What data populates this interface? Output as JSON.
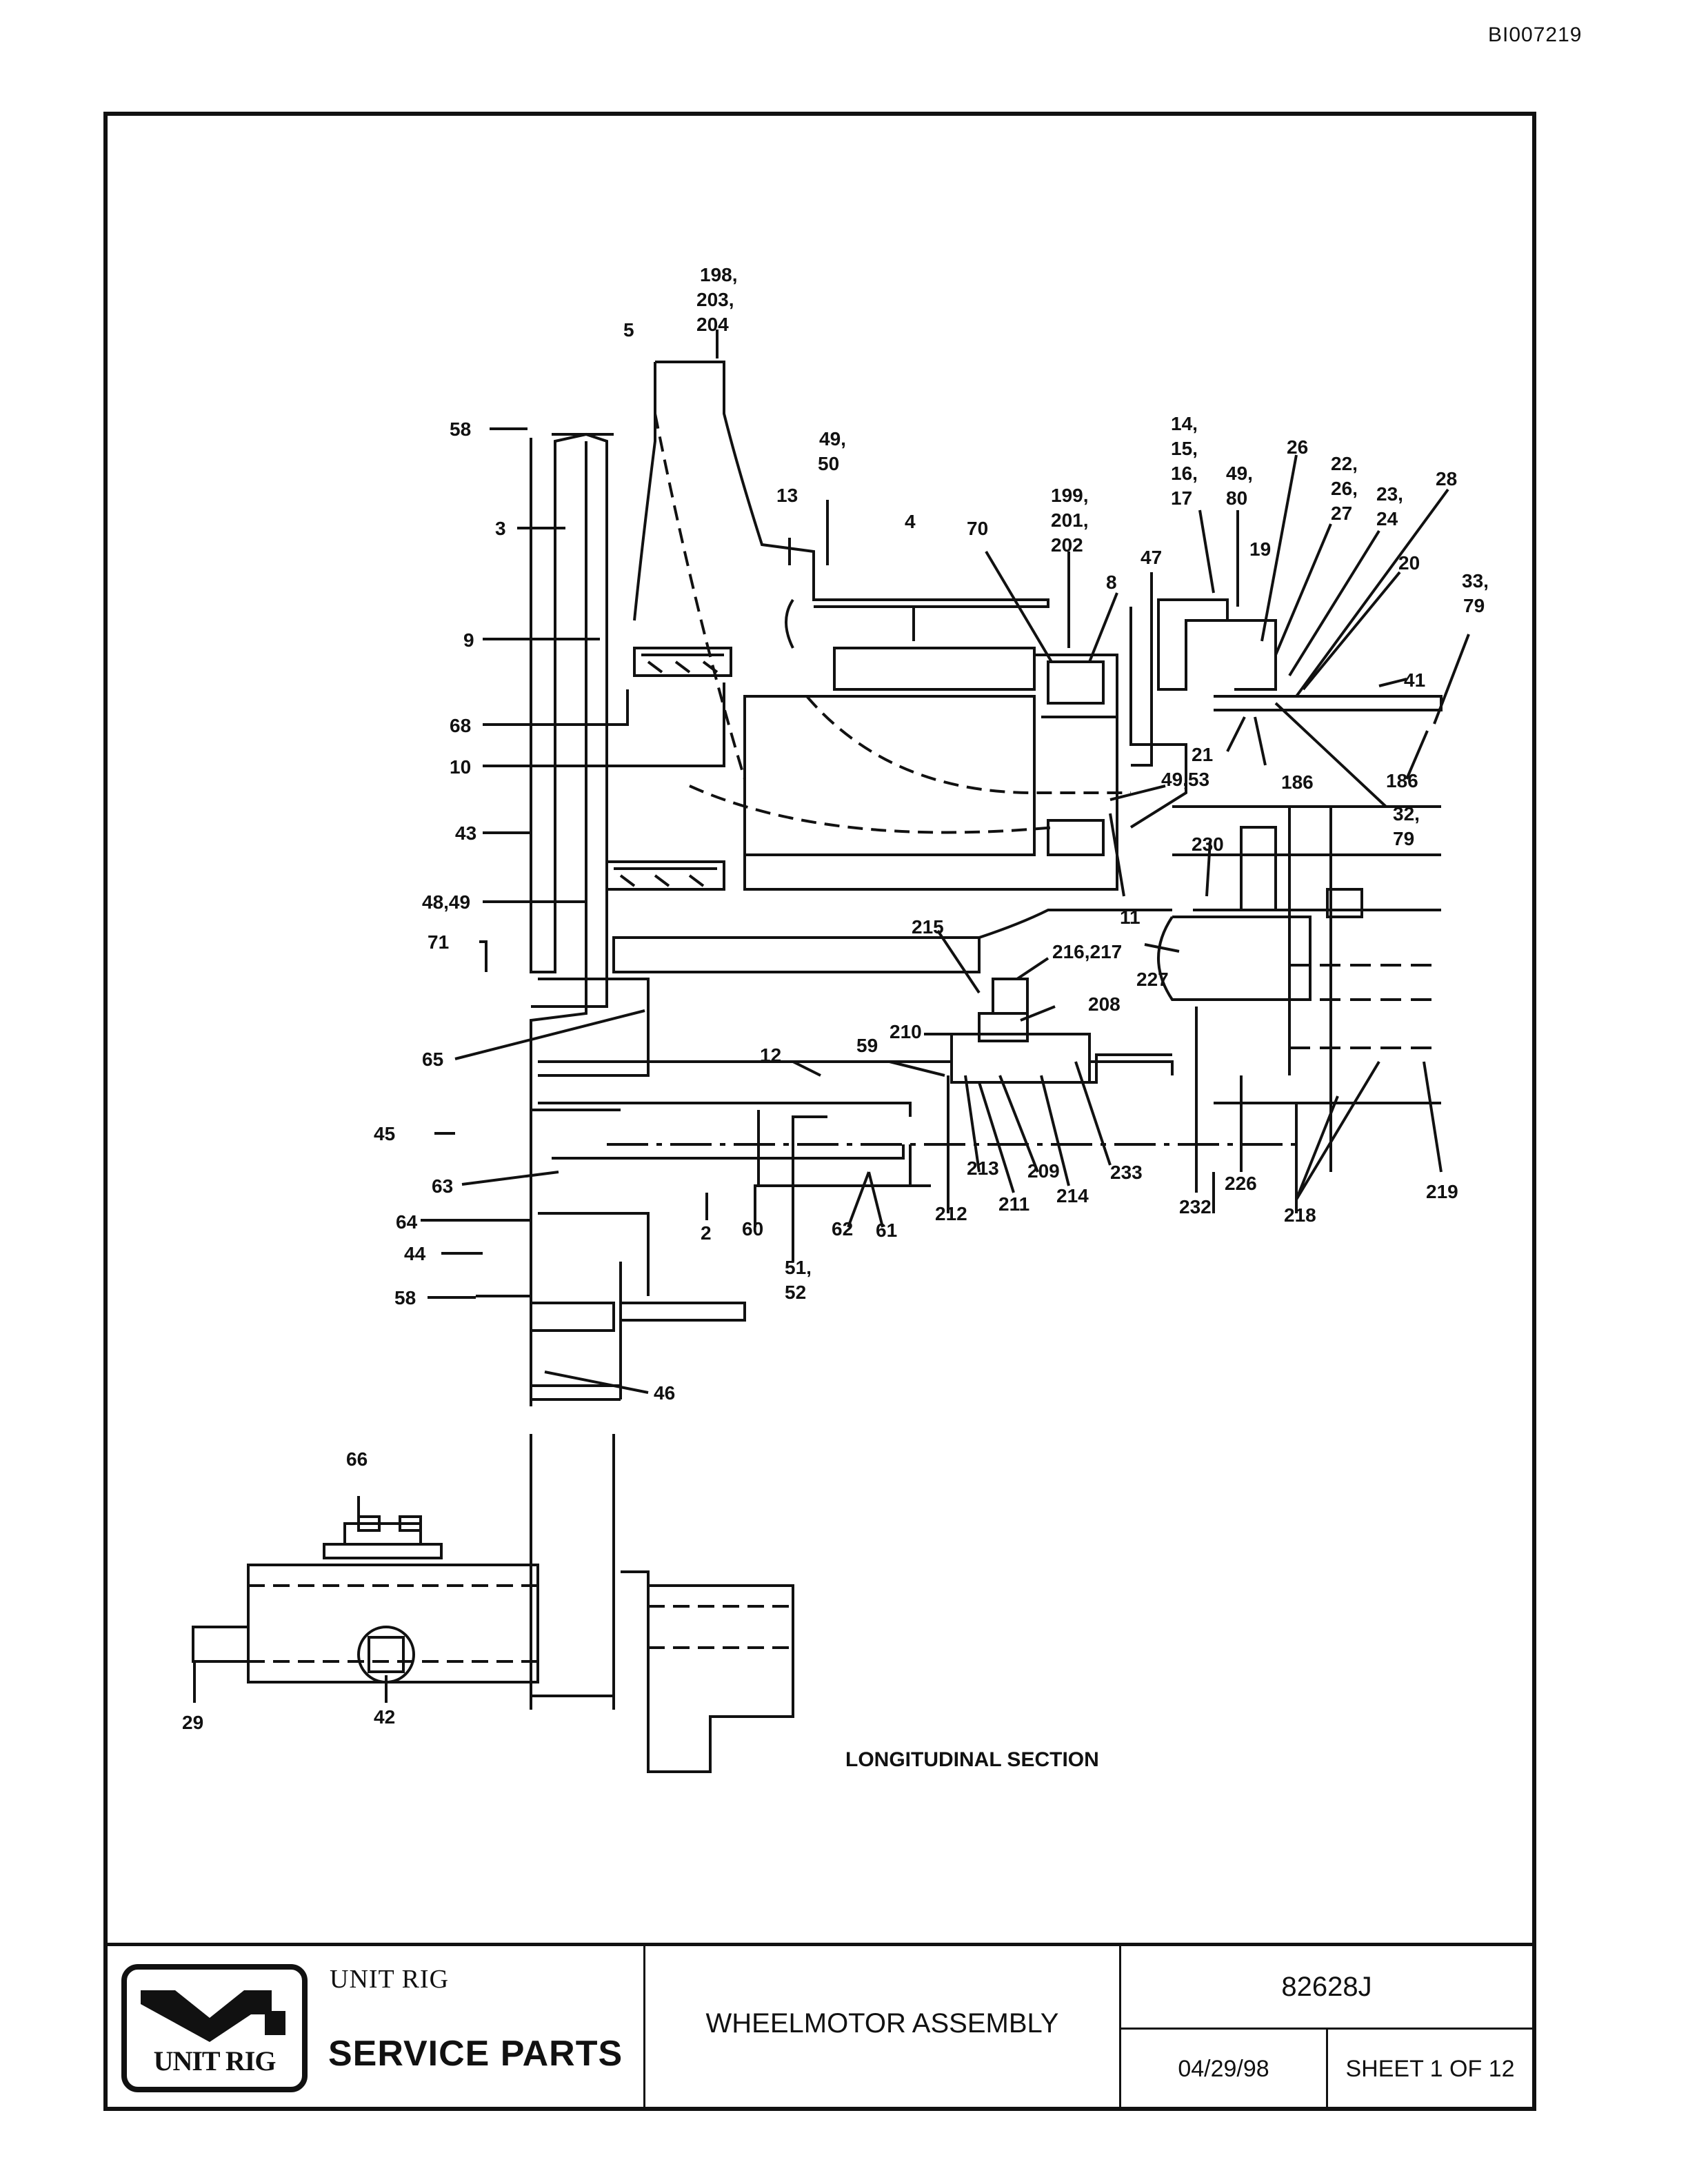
{
  "document_id": "BI007219",
  "callouts": {
    "c198": "198,",
    "c203": "203,",
    "c204": "204",
    "c5": "5",
    "c58a": "58",
    "c3": "3",
    "c9": "9",
    "c68": "68",
    "c10": "10",
    "c43": "43",
    "c4849": "48,49",
    "c71": "71",
    "c65": "65",
    "c45": "45",
    "c63": "63",
    "c64": "64",
    "c44": "44",
    "c58b": "58",
    "c46": "46",
    "c49a": "49,",
    "c50": "50",
    "c13": "13",
    "c4": "4",
    "c70": "70",
    "c199": "199,",
    "c201": "201,",
    "c202": "202",
    "c8": "8",
    "c47": "47",
    "c14": "14,",
    "c15": "15,",
    "c16": "16,",
    "c17": "17",
    "c49b": "49,",
    "c80": "80",
    "c26a": "26",
    "c19": "19",
    "c22": "22,",
    "c26b": "26,",
    "c27": "27",
    "c23": "23,",
    "c24": "24",
    "c28": "28",
    "c20": "20",
    "c33": "33,",
    "c79a": "79",
    "c41": "41",
    "c21": "21",
    "c186a": "186",
    "c186b": "186",
    "c32": "32,",
    "c79b": "79",
    "c4953": "49,53",
    "c11": "11",
    "c230": "230",
    "c215": "215",
    "c216217": "216,217",
    "c227": "227",
    "c208": "208",
    "c210": "210",
    "c12": "12",
    "c59": "59",
    "c213": "213",
    "c209": "209",
    "c211": "211",
    "c214": "214",
    "c233": "233",
    "c212": "212",
    "c62": "62",
    "c61": "61",
    "c60": "60",
    "c2": "2",
    "c51": "51,",
    "c52": "52",
    "c232": "232",
    "c226": "226",
    "c218": "218",
    "c219": "219",
    "c66": "66",
    "c29": "29",
    "c42": "42"
  },
  "section_label": "LONGITUDINAL SECTION",
  "title_block": {
    "logo_text": "UNIT RIG",
    "company": "UNIT RIG",
    "service_parts": "SERVICE PARTS",
    "assembly_title": "WHEELMOTOR ASSEMBLY",
    "drawing_number": "82628J",
    "date": "04/29/98",
    "sheet": "SHEET 1 OF 12"
  }
}
